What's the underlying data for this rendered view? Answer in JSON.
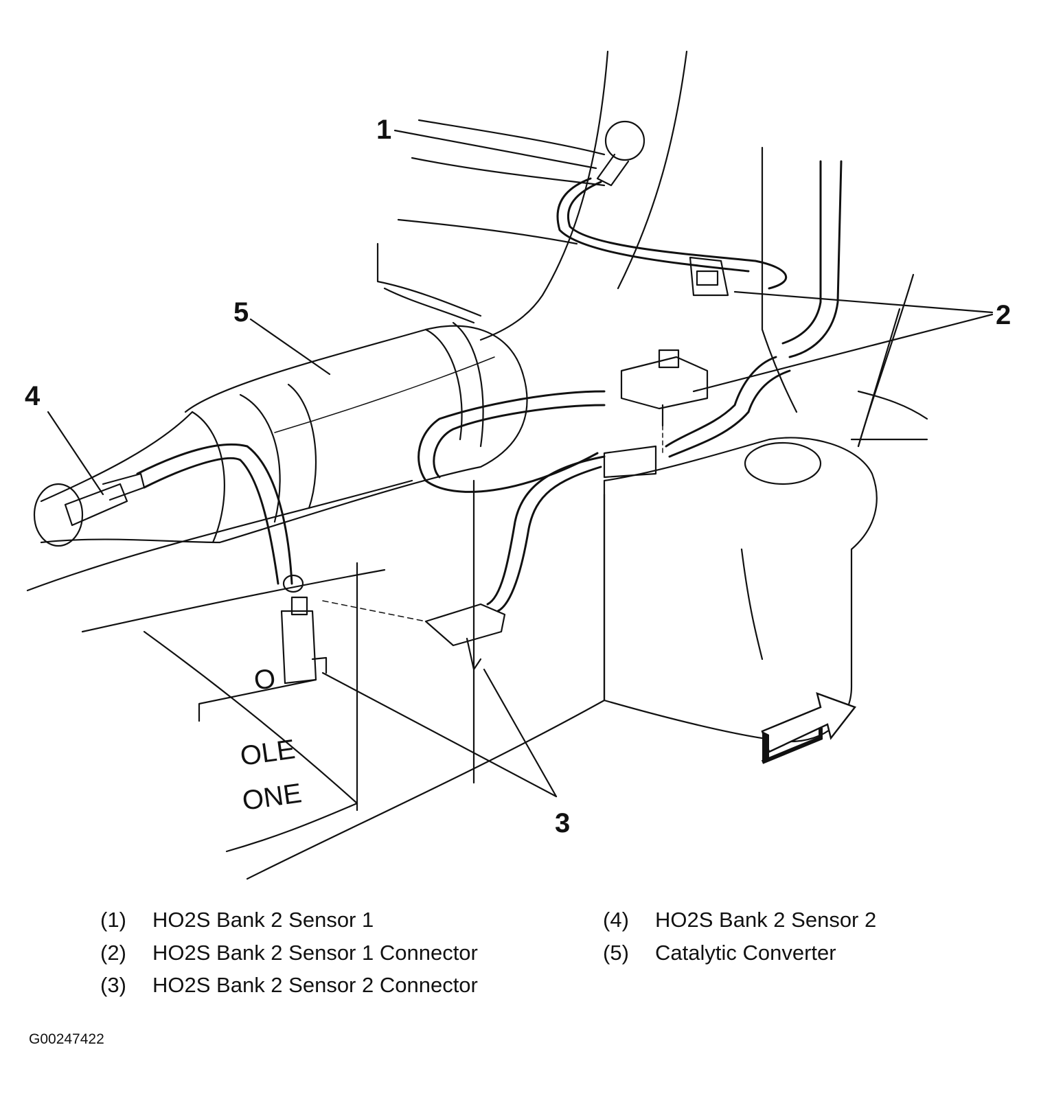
{
  "diagram": {
    "callouts": [
      "1",
      "2",
      "3",
      "4",
      "5"
    ],
    "panel_text": [
      "O",
      "OLE",
      "ONE"
    ],
    "legend": [
      {
        "num": "(1)",
        "label": "HO2S Bank 2 Sensor 1"
      },
      {
        "num": "(2)",
        "label": "HO2S Bank 2 Sensor 1 Connector"
      },
      {
        "num": "(3)",
        "label": "HO2S Bank 2 Sensor 2 Connector"
      },
      {
        "num": "(4)",
        "label": "HO2S Bank 2 Sensor 2"
      },
      {
        "num": "(5)",
        "label": "Catalytic Converter"
      }
    ],
    "figure_id": "G00247422"
  }
}
